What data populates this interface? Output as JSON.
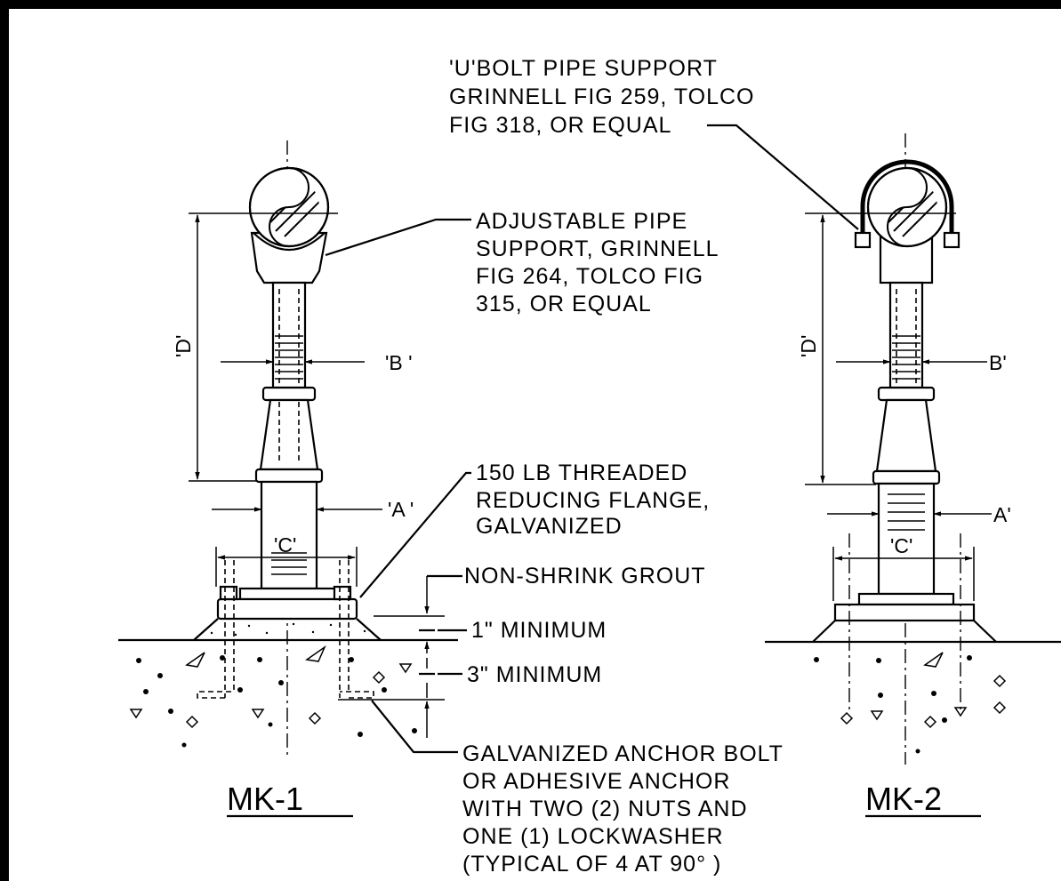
{
  "notes": {
    "u_bolt": [
      "'U'BOLT PIPE SUPPORT",
      "GRINNELL FIG 259, TOLCO",
      "FIG 318, OR EQUAL"
    ],
    "adjustable": [
      "ADJUSTABLE PIPE",
      "SUPPORT, GRINNELL",
      "FIG 264, TOLCO FIG",
      "315, OR EQUAL"
    ],
    "flange": [
      "150 LB THREADED",
      "REDUCING FLANGE,",
      "GALVANIZED"
    ],
    "grout": "NON-SHRINK GROUT",
    "min1": "1\" MINIMUM",
    "min3": "3\" MINIMUM",
    "anchor": [
      "GALVANIZED ANCHOR BOLT",
      "OR ADHESIVE ANCHOR",
      "WITH TWO (2) NUTS AND",
      "ONE (1) LOCKWASHER",
      "(TYPICAL OF 4 AT 90° )"
    ]
  },
  "dims": {
    "a": "'A '",
    "b": "'B '",
    "c": "'C'",
    "d": "'D'",
    "a2": "A'",
    "b2": "B'",
    "c2": "'C'",
    "d2": "'D'"
  },
  "labels": {
    "mk1": "MK-1",
    "mk2": "MK-2"
  }
}
